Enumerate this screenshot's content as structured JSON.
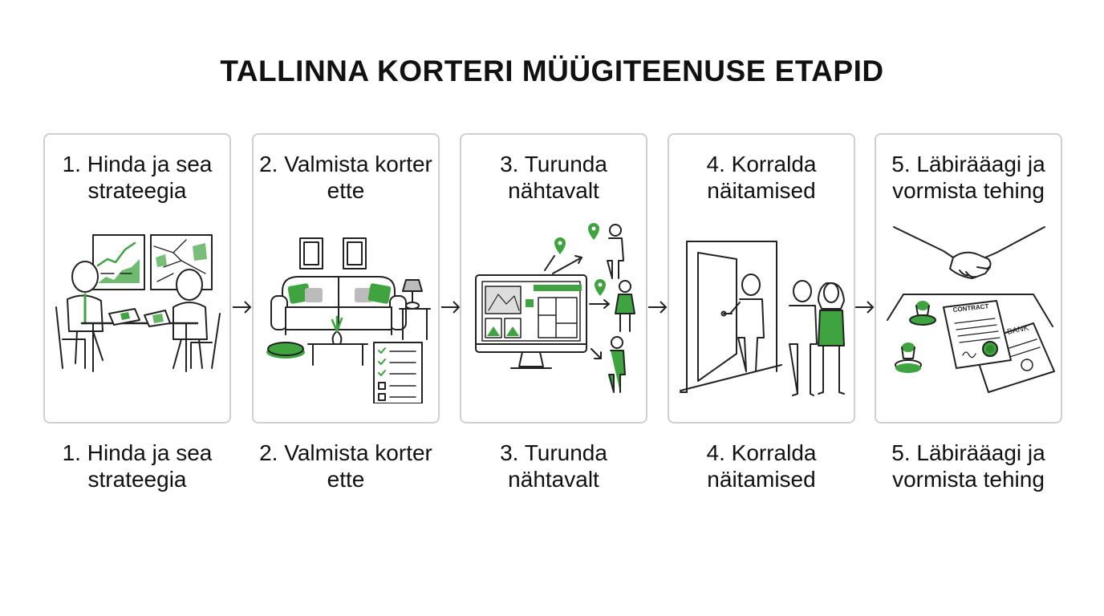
{
  "title": "TALLINNA KORTERI MÜÜGITEENUSE ETAPID",
  "accent_color": "#3fa33f",
  "steps": [
    {
      "title": "1. Hinda ja sea strateegia",
      "caption": "1. Hinda ja sea strateegia",
      "icon": "meeting-strategy-illustration"
    },
    {
      "title": "2. Valmista korter ette",
      "caption": "2. Valmista korter ette",
      "icon": "staged-living-room-illustration"
    },
    {
      "title": "3. Turunda nähtavalt",
      "caption": "3. Turunda nähtavalt",
      "icon": "online-marketing-illustration"
    },
    {
      "title": "4. Korralda näitamised",
      "caption": "4. Korralda näitamised",
      "icon": "door-viewing-illustration"
    },
    {
      "title": "5. Läbirääagi ja vormista tehing",
      "caption": "5. Läbirääagi ja vormista tehing",
      "icon": "handshake-contract-illustration"
    }
  ],
  "contract_label": "CONTRACT",
  "bank_label": "BANK"
}
